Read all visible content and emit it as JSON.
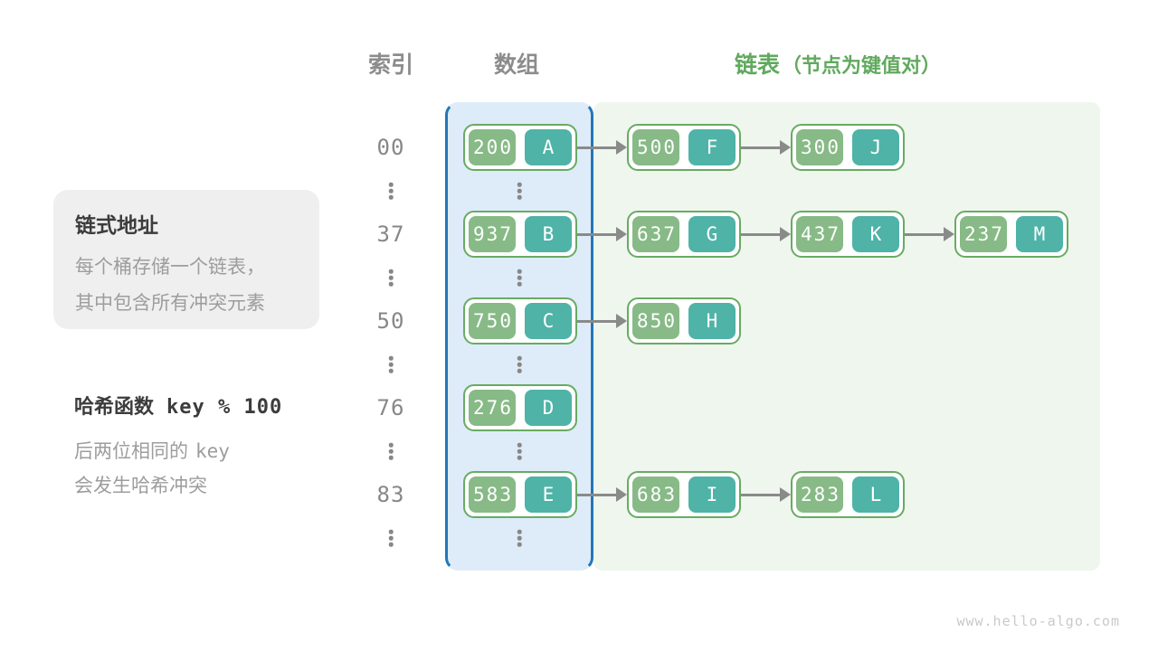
{
  "page": {
    "watermark": "www.hello-algo.com"
  },
  "headers": {
    "index": "索引",
    "array": "数组",
    "list": "链表",
    "list_note": "（节点为键值对）"
  },
  "callouts": {
    "chaining": {
      "title": "链式地址",
      "line1": "每个桶存储一个链表，",
      "line2": "其中包含所有冲突元素"
    },
    "hash": {
      "title_cn": "哈希函数",
      "title_code": "key % 100",
      "line1_prefix": "后两位相同的",
      "line1_code": "key",
      "line2": "会发生哈希冲突"
    }
  },
  "rows": [
    {
      "type": "entry",
      "index": "00",
      "bucket": {
        "key": "200",
        "value": "A"
      },
      "chain": [
        {
          "key": "500",
          "value": "F"
        },
        {
          "key": "300",
          "value": "J"
        }
      ]
    },
    {
      "type": "dots"
    },
    {
      "type": "entry",
      "index": "37",
      "bucket": {
        "key": "937",
        "value": "B"
      },
      "chain": [
        {
          "key": "637",
          "value": "G"
        },
        {
          "key": "437",
          "value": "K"
        },
        {
          "key": "237",
          "value": "M"
        }
      ]
    },
    {
      "type": "dots"
    },
    {
      "type": "entry",
      "index": "50",
      "bucket": {
        "key": "750",
        "value": "C"
      },
      "chain": [
        {
          "key": "850",
          "value": "H"
        }
      ]
    },
    {
      "type": "dots"
    },
    {
      "type": "entry",
      "index": "76",
      "bucket": {
        "key": "276",
        "value": "D"
      },
      "chain": []
    },
    {
      "type": "dots"
    },
    {
      "type": "entry",
      "index": "83",
      "bucket": {
        "key": "583",
        "value": "E"
      },
      "chain": [
        {
          "key": "683",
          "value": "I"
        },
        {
          "key": "283",
          "value": "L"
        }
      ]
    },
    {
      "type": "dots"
    }
  ],
  "colors": {
    "key_green": "#87ba86",
    "value_teal": "#4fb3a7",
    "node_border": "#68ab63",
    "array_border": "#2277b8",
    "array_bg": "#ddecf8",
    "list_bg": "#eff6ee",
    "header_gray": "#8c8c8c",
    "header_green": "#61a95f",
    "index_gray": "#878787",
    "arrow_gray": "#8a8a8a",
    "text_dark": "#3c3c3c",
    "text_gray": "#9d9d9d",
    "box_bg": "#efefef",
    "watermark": "#c9c9c9"
  }
}
